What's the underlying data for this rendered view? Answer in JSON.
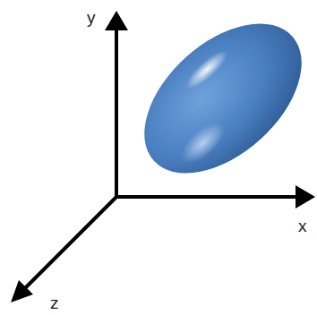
{
  "diagram": {
    "labels": [
      "y",
      "x",
      "z"
    ]
  }
}
